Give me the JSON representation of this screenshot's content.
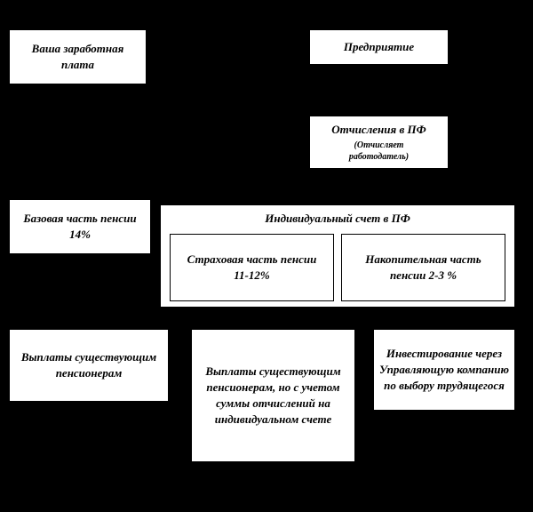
{
  "background_color": "#000000",
  "box_color": "#ffffff",
  "text_color": "#000000",
  "boxes": {
    "salary": {
      "label": "Ваша заработная плата"
    },
    "enterprise": {
      "label": "Предприятие"
    },
    "contributions": {
      "label": "Отчисления в ПФ",
      "note": "(Отчисляет\nработодатель)"
    },
    "base_part": {
      "label": "Базовая часть пенсии 14%"
    },
    "individual_account": {
      "title": "Индивидуальный счет в ПФ",
      "insurance_part": "Страховая часть пенсии 11-12%",
      "funded_part": "Накопительная часть пенсии 2-3 %"
    },
    "payments_existing": {
      "label": "Выплаты существующим пенсионерам"
    },
    "payments_with_account": {
      "label": "Выплаты существующим пенсионерам, но с учетом суммы отчислений на индивидуальном счете"
    },
    "investment": {
      "label": "Инвестирование через Управляющую компанию по выбору трудящегося"
    }
  }
}
